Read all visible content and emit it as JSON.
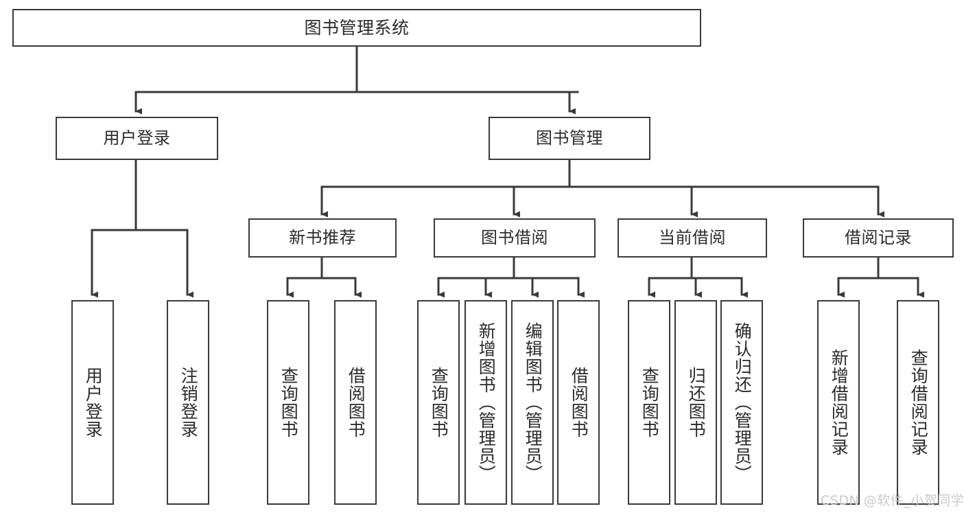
{
  "diagram": {
    "title": "图书管理系统",
    "type": "tree-hierarchy-diagram",
    "colors": {
      "stroke": "#3a3a3a",
      "box_fill": "#ffffff",
      "text": "#2b2b2b",
      "background": "#ffffff",
      "watermark": "#c9c9c9"
    },
    "watermark": "CSDN @软件_小贺同学",
    "nodes": {
      "root": {
        "label": "图书管理系统"
      },
      "level2": [
        {
          "label": "用户登录"
        },
        {
          "label": "图书管理"
        }
      ],
      "level3": [
        {
          "label": "新书推荐"
        },
        {
          "label": "图书借阅"
        },
        {
          "label": "当前借阅"
        },
        {
          "label": "借阅记录"
        }
      ],
      "leaves": {
        "user_login": [
          {
            "label": "用户登录"
          },
          {
            "label": "注销登录"
          }
        ],
        "new_book": [
          {
            "label": "查询图书"
          },
          {
            "label": "借阅图书"
          }
        ],
        "borrow_book": [
          {
            "label": "查询图书"
          },
          {
            "label": "新增图书（管理员）"
          },
          {
            "label": "编辑图书（管理员）"
          },
          {
            "label": "借阅图书"
          }
        ],
        "current_borrow": [
          {
            "label": "查询图书"
          },
          {
            "label": "归还图书"
          },
          {
            "label": "确认归还（管理员）"
          }
        ],
        "borrow_record": [
          {
            "label": "新增借阅记录"
          },
          {
            "label": "查询借阅记录"
          }
        ]
      }
    }
  }
}
